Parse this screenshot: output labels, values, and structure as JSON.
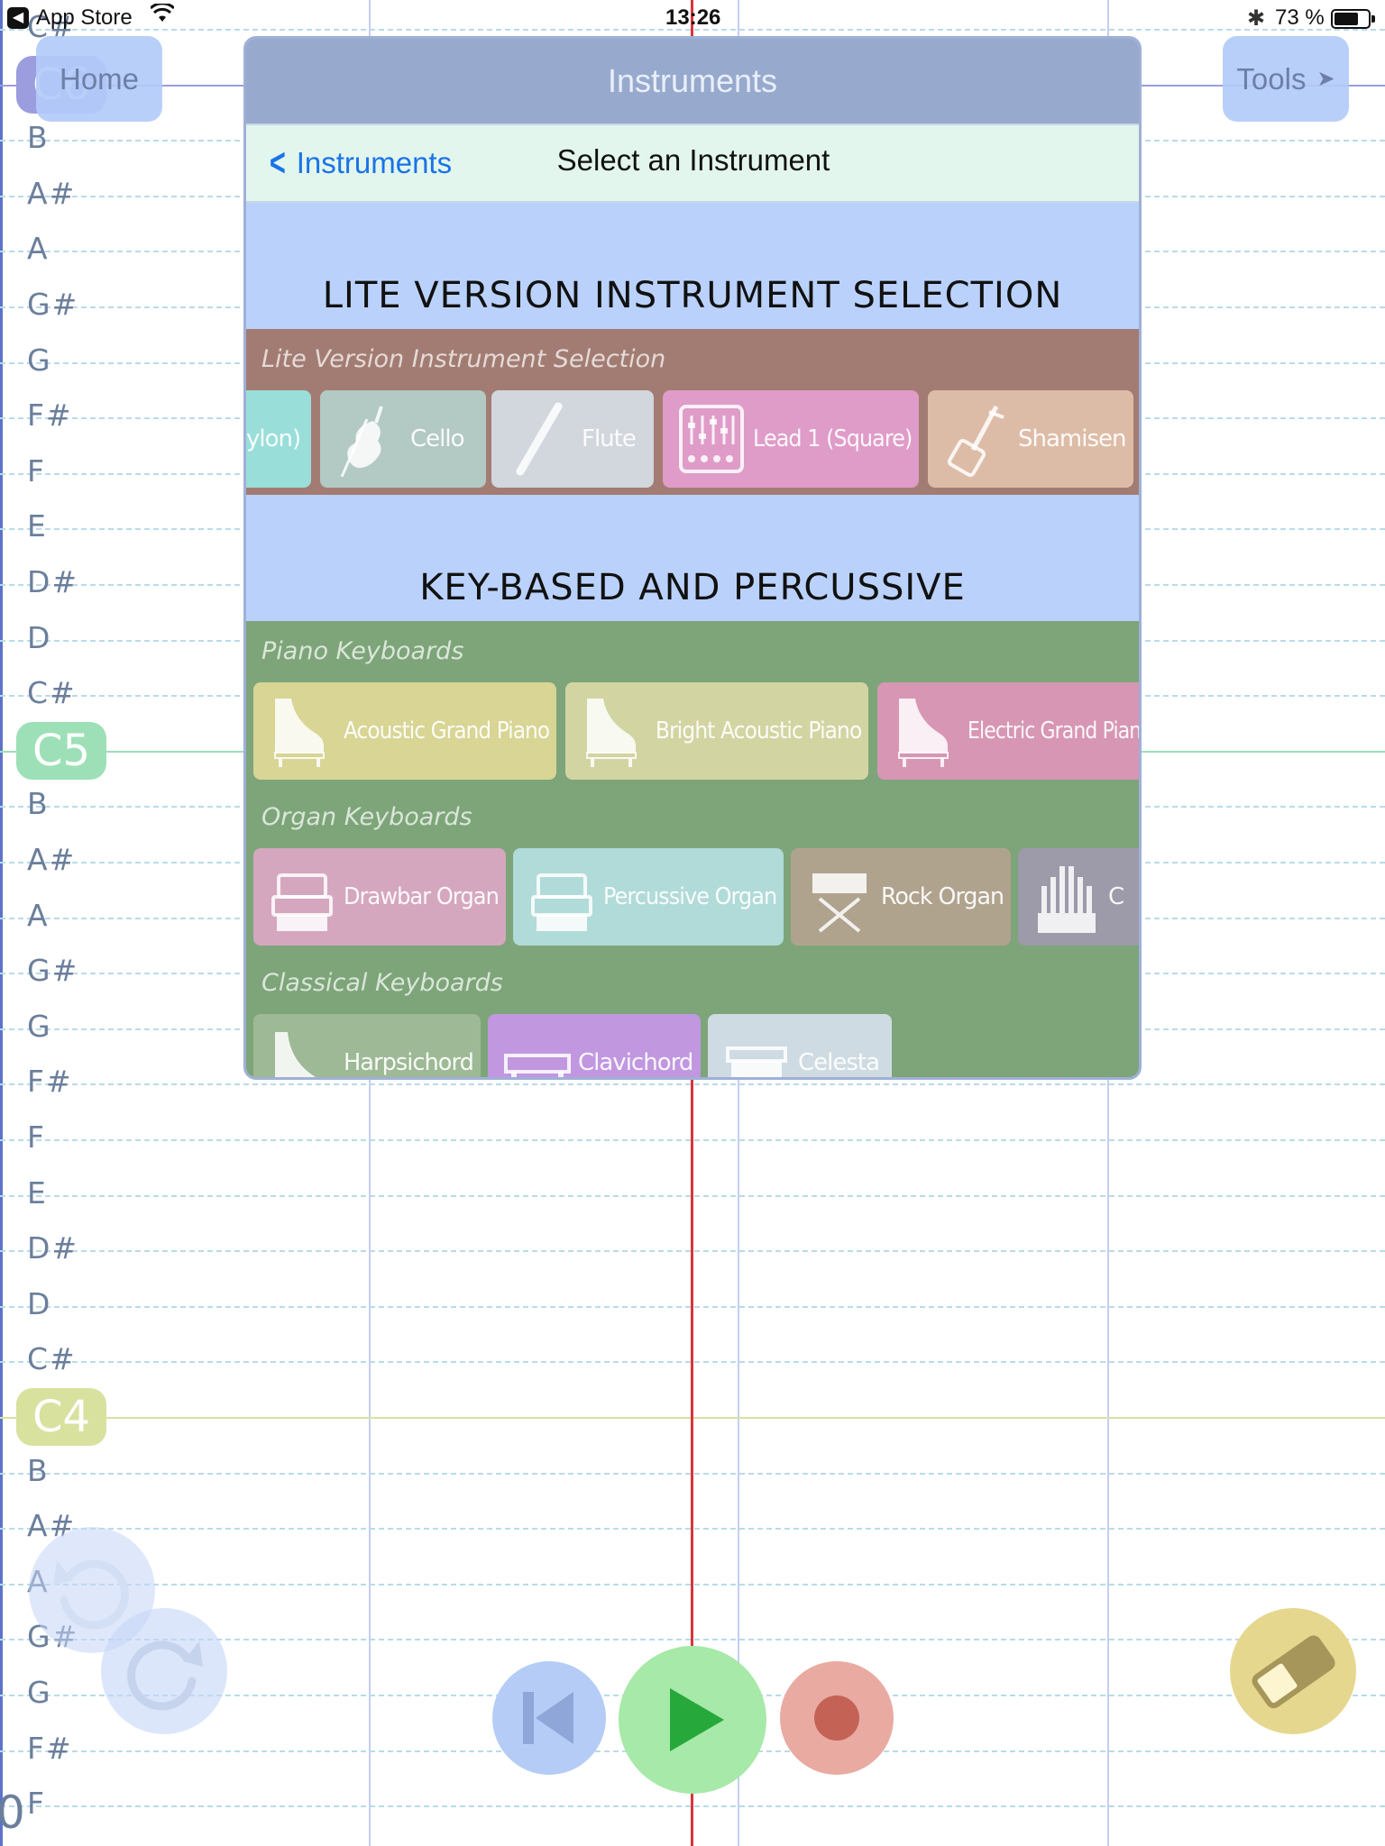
{
  "status_bar": {
    "back_app": "App Store",
    "time": "13:26",
    "battery_text": "73 %",
    "battery_level": 0.73
  },
  "nav": {
    "home_label": "Home",
    "tools_label": "Tools",
    "tools_arrow": "➤"
  },
  "staff": {
    "note_labels": [
      "C#",
      "C6",
      "B",
      "A#",
      "A",
      "G#",
      "G",
      "F#",
      "F",
      "E",
      "D#",
      "D",
      "C#",
      "C5",
      "B",
      "A#",
      "A",
      "G#",
      "G",
      "F#",
      "F",
      "E",
      "D#",
      "D",
      "C#",
      "C4",
      "B",
      "A#",
      "A",
      "G#",
      "G",
      "F#",
      "F"
    ],
    "c_colors": {
      "C6": "#9c9ddf",
      "C5": "#9de0b7",
      "C4": "#d9e19f"
    },
    "bottom_number": "0"
  },
  "panel": {
    "header_title": "Instruments",
    "back_label": "Instruments",
    "subtitle": "Select an Instrument",
    "sections": [
      {
        "title": "LITE VERSION INSTRUMENT SELECTION",
        "categories": [
          {
            "label": "Lite Version Instrument Selection",
            "bg": "#a27c72",
            "tiles": [
              {
                "label": "Guitar (Nylon)",
                "visible_label": "ylon)",
                "color": "#99ded9",
                "icon": "guitar-icon"
              },
              {
                "label": "Cello",
                "color": "#b2c9c4",
                "icon": "cello-icon"
              },
              {
                "label": "Flute",
                "color": "#d2d6dd",
                "icon": "flute-icon"
              },
              {
                "label": "Lead 1 (Square)",
                "color": "#df9cc8",
                "icon": "synth-icon"
              },
              {
                "label": "Shamisen",
                "color": "#ddbca7",
                "icon": "shamisen-icon"
              }
            ]
          }
        ]
      },
      {
        "title": "KEY-BASED AND PERCUSSIVE",
        "categories": [
          {
            "label": "Piano Keyboards",
            "bg": "#7da579",
            "tiles": [
              {
                "label": "Acoustic Grand Piano",
                "color": "#d8d595",
                "icon": "grand-piano-icon"
              },
              {
                "label": "Bright Acoustic Piano",
                "color": "#d2d5a2",
                "icon": "grand-piano-icon"
              },
              {
                "label": "Electric Grand Piano",
                "visible_label": "Electric Grand Pian",
                "color": "#d796b4",
                "icon": "grand-piano-icon"
              }
            ]
          },
          {
            "label": "Organ Keyboards",
            "bg": "#7da579",
            "tiles": [
              {
                "label": "Drawbar Organ",
                "color": "#d5a7bf",
                "icon": "organ-icon"
              },
              {
                "label": "Percussive Organ",
                "color": "#b1dbd8",
                "icon": "organ-icon"
              },
              {
                "label": "Rock Organ",
                "color": "#b0a38e",
                "icon": "rock-organ-icon"
              },
              {
                "label": "Church Organ",
                "visible_label": "C",
                "color": "#9d9aa9",
                "icon": "pipe-organ-icon"
              }
            ]
          },
          {
            "label": "Classical Keyboards",
            "bg": "#7da579",
            "tiles": [
              {
                "label": "Harpsichord",
                "color": "#9eb995",
                "icon": "harpsichord-icon"
              },
              {
                "label": "Clavichord",
                "color": "#c197e0",
                "icon": "clavichord-icon"
              },
              {
                "label": "Celesta",
                "color": "#cfdbe2",
                "icon": "celesta-icon"
              }
            ]
          }
        ]
      }
    ]
  },
  "controls": {
    "undo_icon": "undo-icon",
    "redo_icon": "redo-icon",
    "rewind_icon": "skip-back-icon",
    "play_icon": "play-icon",
    "record_icon": "record-icon",
    "eraser_icon": "eraser-icon"
  }
}
